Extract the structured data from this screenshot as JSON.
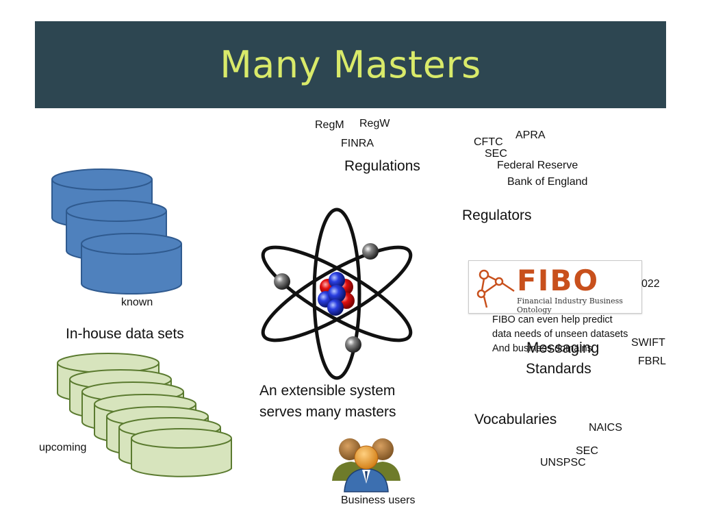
{
  "title": "Many Masters",
  "regulations": {
    "items": [
      "RegM",
      "RegW",
      "FINRA"
    ],
    "heading": "Regulations"
  },
  "regulators": {
    "items": [
      "APRA",
      "CFTC",
      "SEC",
      "Federal Reserve",
      "Bank of England"
    ],
    "heading": "Regulators"
  },
  "inhouse": {
    "known_label": "known",
    "heading": "In-house data sets",
    "upcoming_label": "upcoming"
  },
  "center": {
    "caption_line1": "An extensible system",
    "caption_line2": "serves many masters"
  },
  "fibo": {
    "logo_text": "FIBO",
    "logo_subtitle": "Financial Industry Business Ontology",
    "partial_label": "022",
    "note_line1": "FIBO can even help predict",
    "note_line2": "data needs of unseen datasets",
    "note_line3": "And business domains"
  },
  "messaging": {
    "heading_line1": "Messaging",
    "heading_line2": "Standards",
    "items": [
      "SWIFT",
      "FBRL"
    ]
  },
  "vocabularies": {
    "heading": "Vocabularies",
    "items": [
      "NAICS",
      "SEC",
      "UNSPSC"
    ]
  },
  "business_users": "Business users",
  "colors": {
    "title_bg": "#2d4651",
    "title_text": "#d9ea6a",
    "known_db_fill": "#4f81bd",
    "upcoming_db_fill": "#d7e4bd",
    "fibo_orange": "#c8501c"
  },
  "icons": [
    "database-icon",
    "atom-icon",
    "fibo-logo",
    "business-users-icon"
  ]
}
